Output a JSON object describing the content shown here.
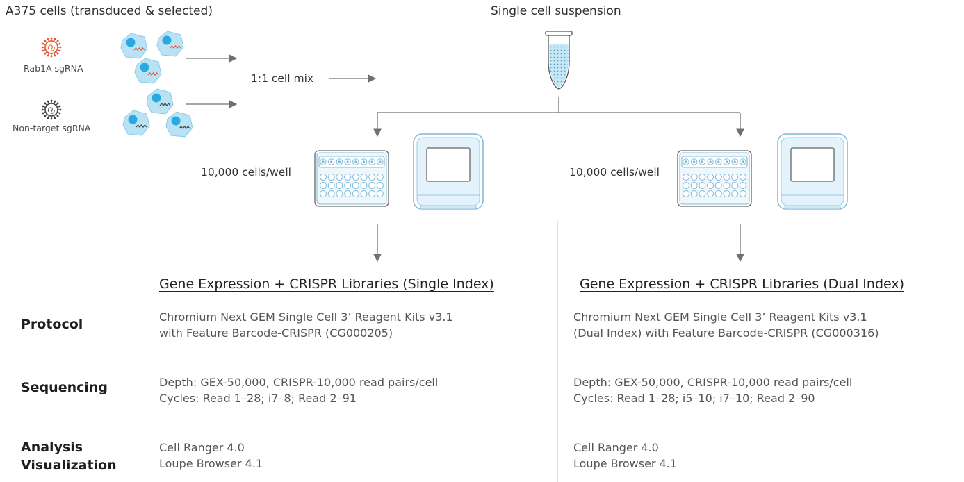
{
  "top": {
    "cells_title": "A375 cells (transduced & selected)",
    "suspension_title": "Single cell suspension"
  },
  "viruses": [
    {
      "label": "Rab1A sgRNA",
      "color": "#e4572e"
    },
    {
      "label": "Non-target sgRNA",
      "color": "#555555"
    }
  ],
  "mix_label": "1:1 cell mix",
  "branches": [
    {
      "cells_per_well": "10,000 cells/well",
      "library_title": "Gene Expression + CRISPR Libraries (Single Index)",
      "protocol": [
        "Chromium Next GEM Single Cell 3’ Reagent Kits v3.1",
        "with Feature Barcode-CRISPR (CG000205)"
      ],
      "sequencing": [
        "Depth: GEX-50,000, CRISPR-10,000 read pairs/cell",
        "Cycles: Read 1–28; i7–8; Read 2–91"
      ],
      "analysis": [
        "Cell Ranger 4.0",
        "Loupe Browser 4.1"
      ]
    },
    {
      "cells_per_well": "10,000 cells/well",
      "library_title": "Gene Expression + CRISPR Libraries (Dual Index)",
      "protocol": [
        "Chromium Next GEM Single Cell 3’ Reagent Kits v3.1",
        "(Dual Index) with Feature Barcode-CRISPR (CG000316)"
      ],
      "sequencing": [
        "Depth: GEX-50,000, CRISPR-10,000 read pairs/cell",
        "Cycles: Read 1–28; i5–10; i7–10; Read 2–90"
      ],
      "analysis": [
        "Cell Ranger 4.0",
        "Loupe Browser 4.1"
      ]
    }
  ],
  "rows": {
    "protocol": "Protocol",
    "sequencing": "Sequencing",
    "analysis_1": "Analysis",
    "analysis_2": "Visualization"
  },
  "colors": {
    "cell_fill": "#b9e2f5",
    "cell_stroke": "#8ccbe8",
    "nucleus": "#29a9e1",
    "rab1a_rna": "#e4572e",
    "nontarget_rna": "#444444",
    "line": "#707070",
    "divider": "#cfcfcf",
    "tube_fill": "#c6e7f6"
  }
}
